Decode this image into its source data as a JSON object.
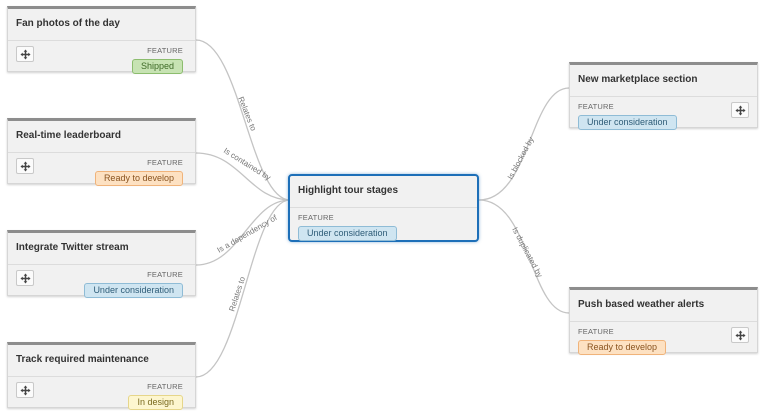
{
  "center": {
    "title": "Highlight tour stages",
    "type": "FEATURE",
    "status": "Under consideration"
  },
  "left": [
    {
      "title": "Fan photos of the day",
      "type": "FEATURE",
      "status": "Shipped"
    },
    {
      "title": "Real-time leaderboard",
      "type": "FEATURE",
      "status": "Ready to develop"
    },
    {
      "title": "Integrate Twitter stream",
      "type": "FEATURE",
      "status": "Under consideration"
    },
    {
      "title": "Track required maintenance",
      "type": "FEATURE",
      "status": "In design"
    }
  ],
  "right": [
    {
      "title": "New marketplace section",
      "type": "FEATURE",
      "status": "Under consideration"
    },
    {
      "title": "Push based weather alerts",
      "type": "FEATURE",
      "status": "Ready to develop"
    }
  ],
  "links": {
    "left_0": "Relates to",
    "left_1": "Is contained by",
    "left_2": "Is a dependency of",
    "left_3": "Relates to",
    "right_0": "Is blocked by",
    "right_1": "Is duplicated by"
  },
  "status_colors": {
    "Shipped": "#c7e3b3",
    "Ready to develop": "#fde1c2",
    "Under consideration": "#cfe5f1",
    "In design": "#fdf6cf"
  },
  "icons": {
    "move": "move-arrows-icon"
  }
}
